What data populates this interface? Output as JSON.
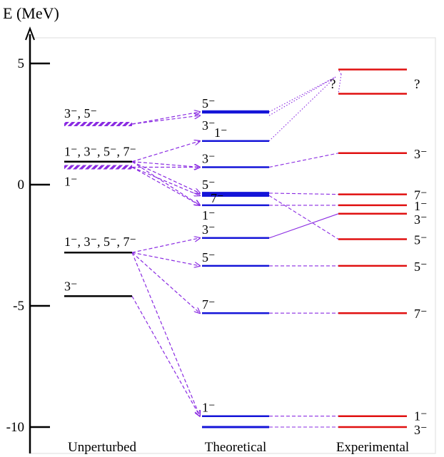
{
  "axis": {
    "label": "E (MeV)",
    "ticks": [
      {
        "value": 5,
        "label": "5"
      },
      {
        "value": 0,
        "label": "0"
      },
      {
        "value": -5,
        "label": "-5"
      },
      {
        "value": -10,
        "label": "-10"
      }
    ]
  },
  "columns": [
    {
      "key": "unperturbed",
      "label": "Unperturbed"
    },
    {
      "key": "theoretical",
      "label": "Theoretical"
    },
    {
      "key": "experimental",
      "label": "Experimental"
    }
  ],
  "colors": {
    "unperturbed": "#000000",
    "theoretical": "#1414d8",
    "experimental": "#e01010",
    "connector": "#8a2be2"
  },
  "unperturbed_levels": [
    {
      "id": "u1",
      "energy": 2.5,
      "label": "3⁻, 5⁻",
      "hatched": true
    },
    {
      "id": "u2",
      "energy": 0.95,
      "label": "1⁻, 3⁻, 5⁻, 7⁻",
      "hatched": false
    },
    {
      "id": "u3",
      "energy": 0.72,
      "label": "1⁻",
      "hatched": true
    },
    {
      "id": "u4",
      "energy": -2.8,
      "label": "1⁻, 3⁻, 5⁻, 7⁻",
      "hatched": false
    },
    {
      "id": "u5",
      "energy": -4.6,
      "label": "3⁻",
      "hatched": false
    }
  ],
  "theoretical_levels": [
    {
      "id": "t1",
      "energy": 3.0,
      "label": "5⁻"
    },
    {
      "id": "t2",
      "energy": 2.85,
      "label": "3⁻"
    },
    {
      "id": "t3",
      "energy": 1.8,
      "label": "1⁻"
    },
    {
      "id": "t4",
      "energy": 0.72,
      "label": "3⁻"
    },
    {
      "id": "t5",
      "energy": -0.35,
      "label": "5⁻"
    },
    {
      "id": "t6",
      "energy": -0.45,
      "label": ""
    },
    {
      "id": "t7",
      "energy": -0.85,
      "label": "7⁻"
    },
    {
      "id": "t7b",
      "energy": -0.85,
      "label": "1⁻"
    },
    {
      "id": "t8",
      "energy": -2.2,
      "label": "3⁻"
    },
    {
      "id": "t9",
      "energy": -3.35,
      "label": "5⁻"
    },
    {
      "id": "t10",
      "energy": -5.3,
      "label": "7⁻"
    },
    {
      "id": "t11",
      "energy": -9.55,
      "label": "1⁻"
    },
    {
      "id": "t12",
      "energy": -10.0,
      "label": ""
    }
  ],
  "experimental_levels": [
    {
      "id": "e1",
      "energy": 4.75,
      "label": ""
    },
    {
      "id": "e2",
      "energy": 3.75,
      "label": ""
    },
    {
      "id": "e3",
      "energy": 1.3,
      "label": "3⁻"
    },
    {
      "id": "e4",
      "energy": -0.4,
      "label": "7⁻"
    },
    {
      "id": "e5",
      "energy": -0.85,
      "label": "1⁻"
    },
    {
      "id": "e6",
      "energy": -1.2,
      "label": "3⁻"
    },
    {
      "id": "e7",
      "energy": -2.25,
      "label": "5⁻"
    },
    {
      "id": "e8",
      "energy": -3.35,
      "label": "5⁻"
    },
    {
      "id": "e9",
      "energy": -5.3,
      "label": "7⁻"
    },
    {
      "id": "e10",
      "energy": -9.55,
      "label": "1⁻"
    },
    {
      "id": "e11",
      "energy": -10.0,
      "label": "3⁻"
    }
  ],
  "question_marks": {
    "left": "?",
    "right": "?"
  },
  "mixing_arrows": [
    {
      "from": "u1",
      "to": "t1"
    },
    {
      "from": "u1",
      "to": "t2"
    },
    {
      "from": "u2",
      "to": "t3"
    },
    {
      "from": "u2",
      "to": "t4"
    },
    {
      "from": "u2",
      "to": "t5"
    },
    {
      "from": "u2",
      "to": "t7"
    },
    {
      "from": "u3",
      "to": "t4"
    },
    {
      "from": "u3",
      "to": "t6"
    },
    {
      "from": "u3",
      "to": "t7"
    },
    {
      "from": "u4",
      "to": "t8"
    },
    {
      "from": "u4",
      "to": "t9"
    },
    {
      "from": "u4",
      "to": "t10"
    },
    {
      "from": "u4",
      "to": "t11"
    },
    {
      "from": "u5",
      "to": "t11"
    }
  ],
  "assignments": [
    {
      "from": "t4",
      "to": "e3",
      "style": "dashed"
    },
    {
      "from": "t5",
      "to": "e4",
      "style": "dashed"
    },
    {
      "from": "t6",
      "to": "e7",
      "style": "dashed"
    },
    {
      "from": "t7",
      "to": "e5",
      "style": "dashed"
    },
    {
      "from": "t8",
      "to": "e6",
      "style": "solid"
    },
    {
      "from": "t9",
      "to": "e8",
      "style": "dashed"
    },
    {
      "from": "t10",
      "to": "e9",
      "style": "dashed"
    },
    {
      "from": "t11",
      "to": "e10",
      "style": "dashed"
    },
    {
      "from": "t12",
      "to": "e11",
      "style": "dashed"
    },
    {
      "from": "t1",
      "to": "qmark",
      "style": "dotted"
    },
    {
      "from": "t2",
      "to": "qmark",
      "style": "dotted"
    },
    {
      "from": "t3",
      "to": "qmark",
      "style": "dotted"
    }
  ]
}
